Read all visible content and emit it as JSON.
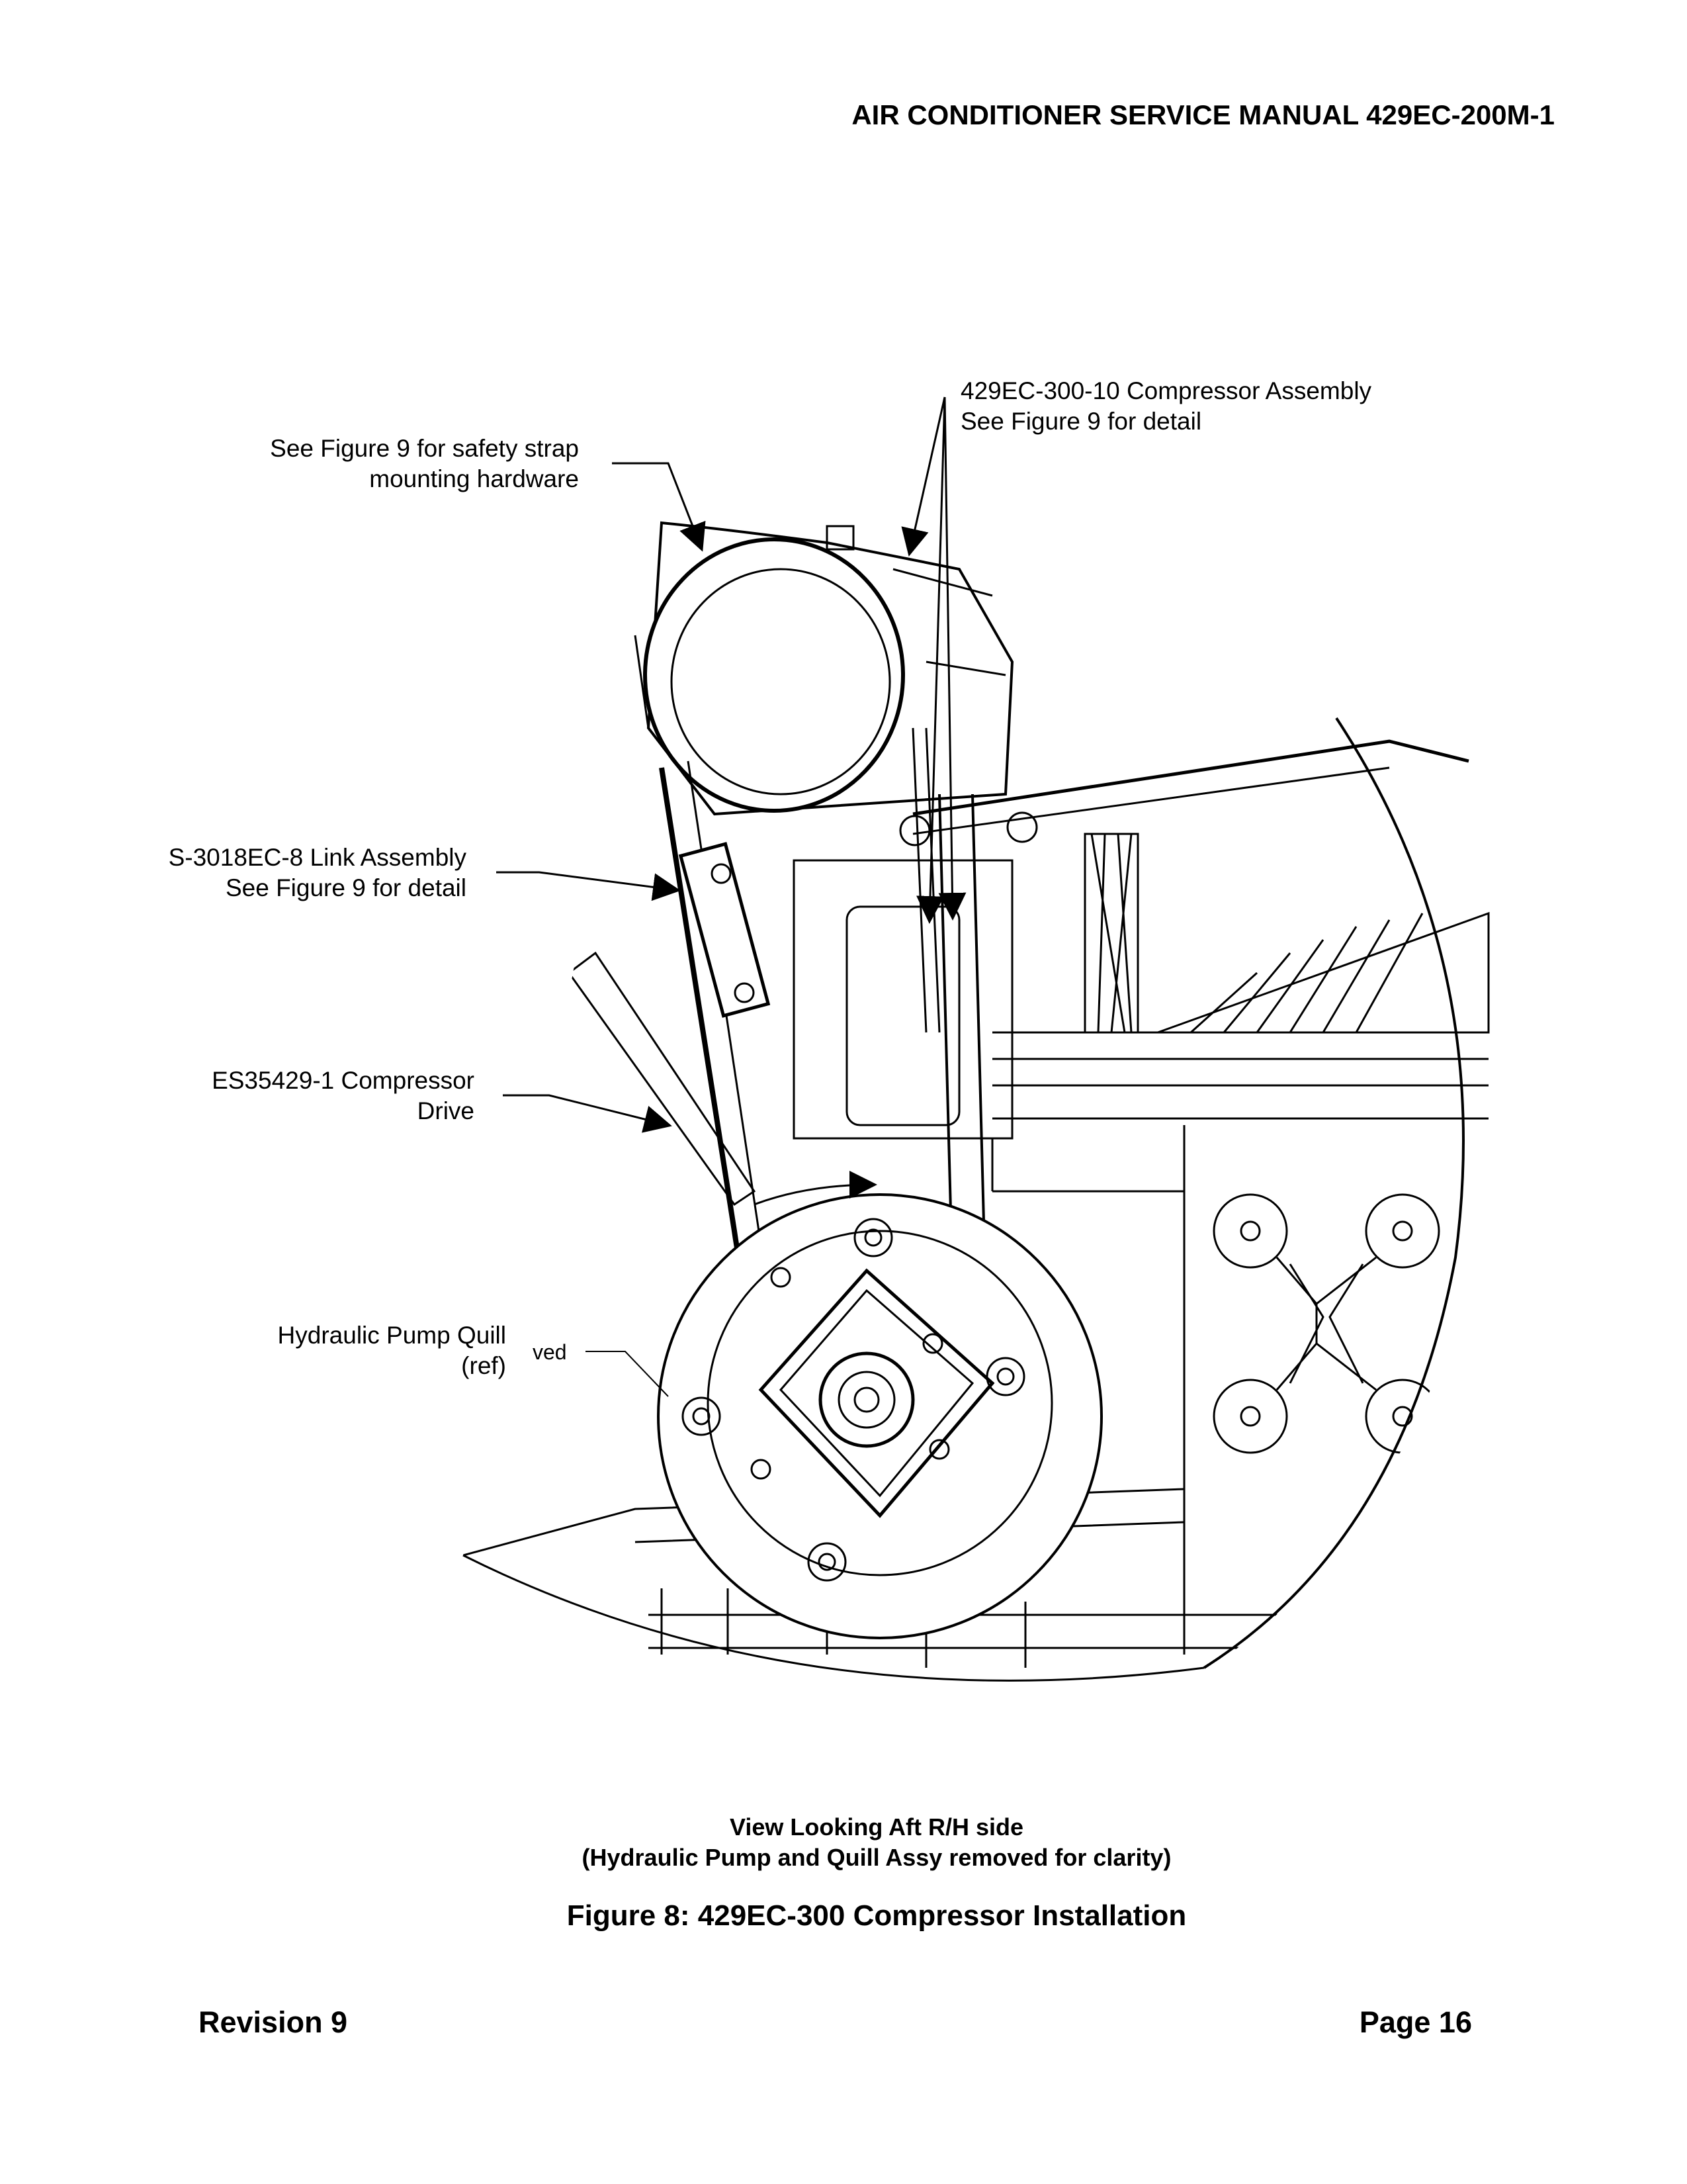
{
  "header": {
    "title": "AIR CONDITIONER SERVICE MANUAL 429EC-200M-1"
  },
  "callouts": {
    "compressor_assembly": {
      "line1": "429EC-300-10 Compressor Assembly",
      "line2": "See Figure 9 for detail"
    },
    "safety_strap": {
      "line1": "See Figure 9 for safety strap",
      "line2": "mounting hardware"
    },
    "link_assembly": {
      "line1": "S-3018EC-8 Link Assembly",
      "line2": "See Figure 9 for detail"
    },
    "compressor_drive": {
      "line1": "ES35429-1 Compressor",
      "line2": "Drive"
    },
    "pump_quill": {
      "line1": "Hydraulic Pump Quill",
      "line2": "(ref)"
    },
    "drawing_tag": "ved"
  },
  "caption": {
    "view_line1": "View Looking Aft R/H side",
    "view_line2": "(Hydraulic Pump and Quill Assy removed for clarity)",
    "figure_title": "Figure 8:  429EC-300 Compressor Installation"
  },
  "footer": {
    "revision": "Revision 9",
    "page": "Page 16"
  }
}
